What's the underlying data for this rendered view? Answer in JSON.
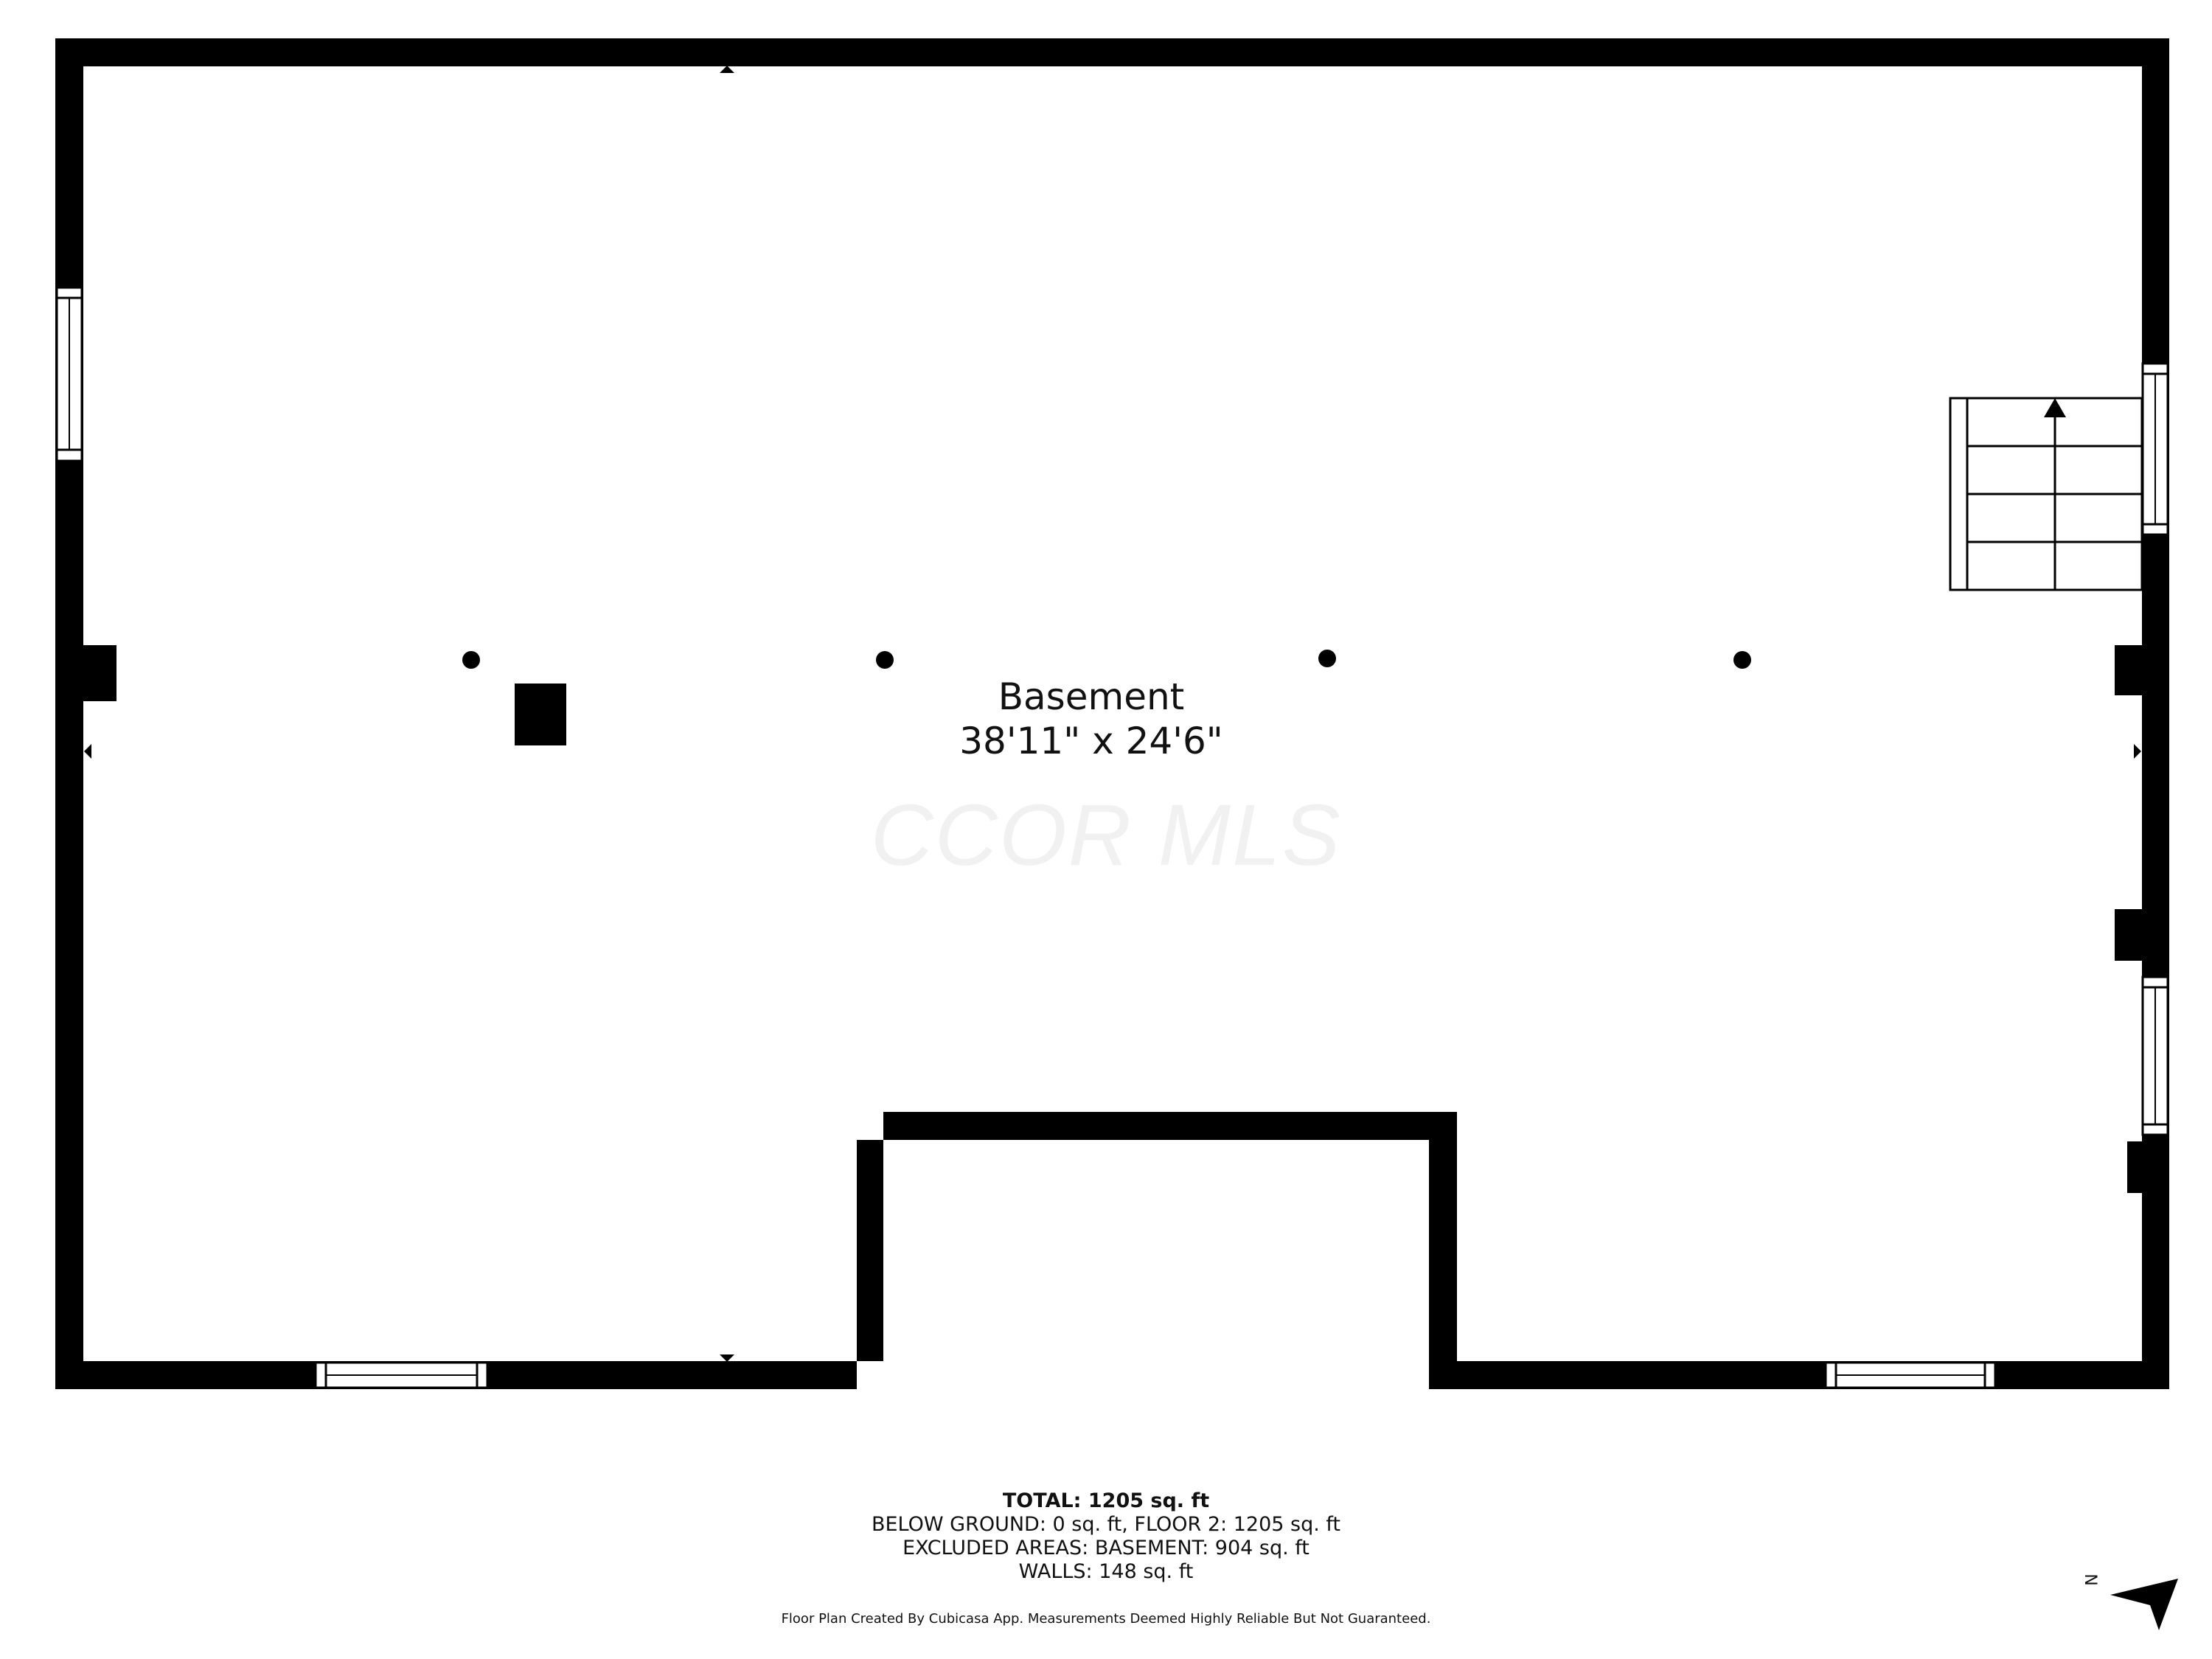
{
  "room": {
    "name": "Basement",
    "dimensions": "38'11\" x 24'6\""
  },
  "watermark": "CCOR MLS",
  "summary": {
    "total": "TOTAL: 1205 sq. ft",
    "line1": "BELOW GROUND: 0 sq. ft, FLOOR 2: 1205 sq. ft",
    "line2": "EXCLUDED AREAS: BASEMENT: 904 sq. ft",
    "line3": "WALLS: 148 sq. ft"
  },
  "credit": "Floor Plan Created By Cubicasa App. Measurements Deemed Highly Reliable But Not Guaranteed.",
  "compass": {
    "label": "N"
  },
  "colors": {
    "wall": "#000000",
    "background": "#ffffff",
    "watermark": "#f1f1f1"
  }
}
